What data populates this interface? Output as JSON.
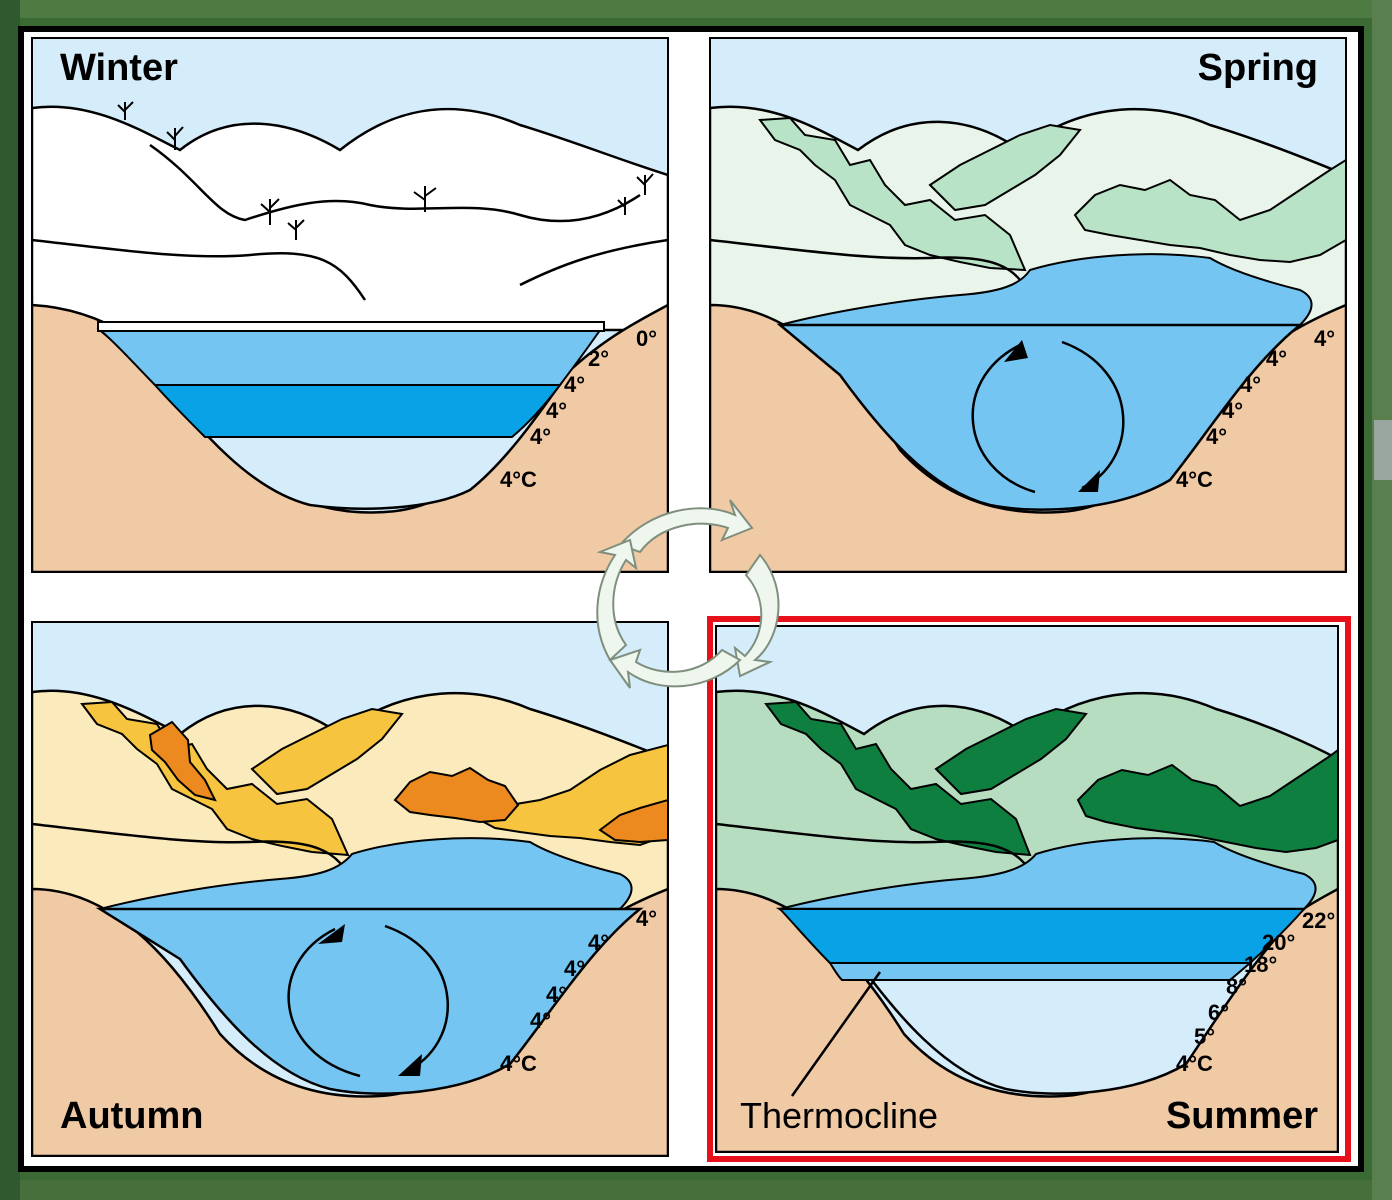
{
  "colors": {
    "sky": "#d5ecfa",
    "soil": "#f0c9a5",
    "ice": "#ffffff",
    "water_light": "#d5ecfa",
    "water_mid": "#75c5f3",
    "water_dark": "#0aa2e6",
    "winter_hill": "#ffffff",
    "spring_hill": "#e9f5ea",
    "spring_tree": "#b9e3c6",
    "summer_hill": "#b7ddc1",
    "summer_tree": "#0f7f3f",
    "autumn_hill": "#fbeabb",
    "autumn_tree_yellow": "#f7c440",
    "autumn_tree_orange": "#ec8a1f",
    "highlight": "#e8101b",
    "cycle_arrow": "#eef6ee",
    "background_map": "#3b6a35"
  },
  "panels": {
    "winter": {
      "title": "Winter",
      "temps": [
        "0°",
        "2°",
        "4°",
        "4°",
        "4°",
        "4°C"
      ]
    },
    "spring": {
      "title": "Spring",
      "temps": [
        "4°",
        "4°",
        "4°",
        "4°",
        "4°",
        "4°C"
      ]
    },
    "autumn": {
      "title": "Autumn",
      "temps": [
        "4°",
        "4°",
        "4°",
        "4°",
        "4°",
        "4°C"
      ]
    },
    "summer": {
      "title": "Summer",
      "temps": [
        "22°",
        "20°",
        "18°",
        "8°",
        "6°",
        "5°",
        "4°C"
      ],
      "thermocline_label": "Thermocline",
      "highlighted": true
    }
  }
}
